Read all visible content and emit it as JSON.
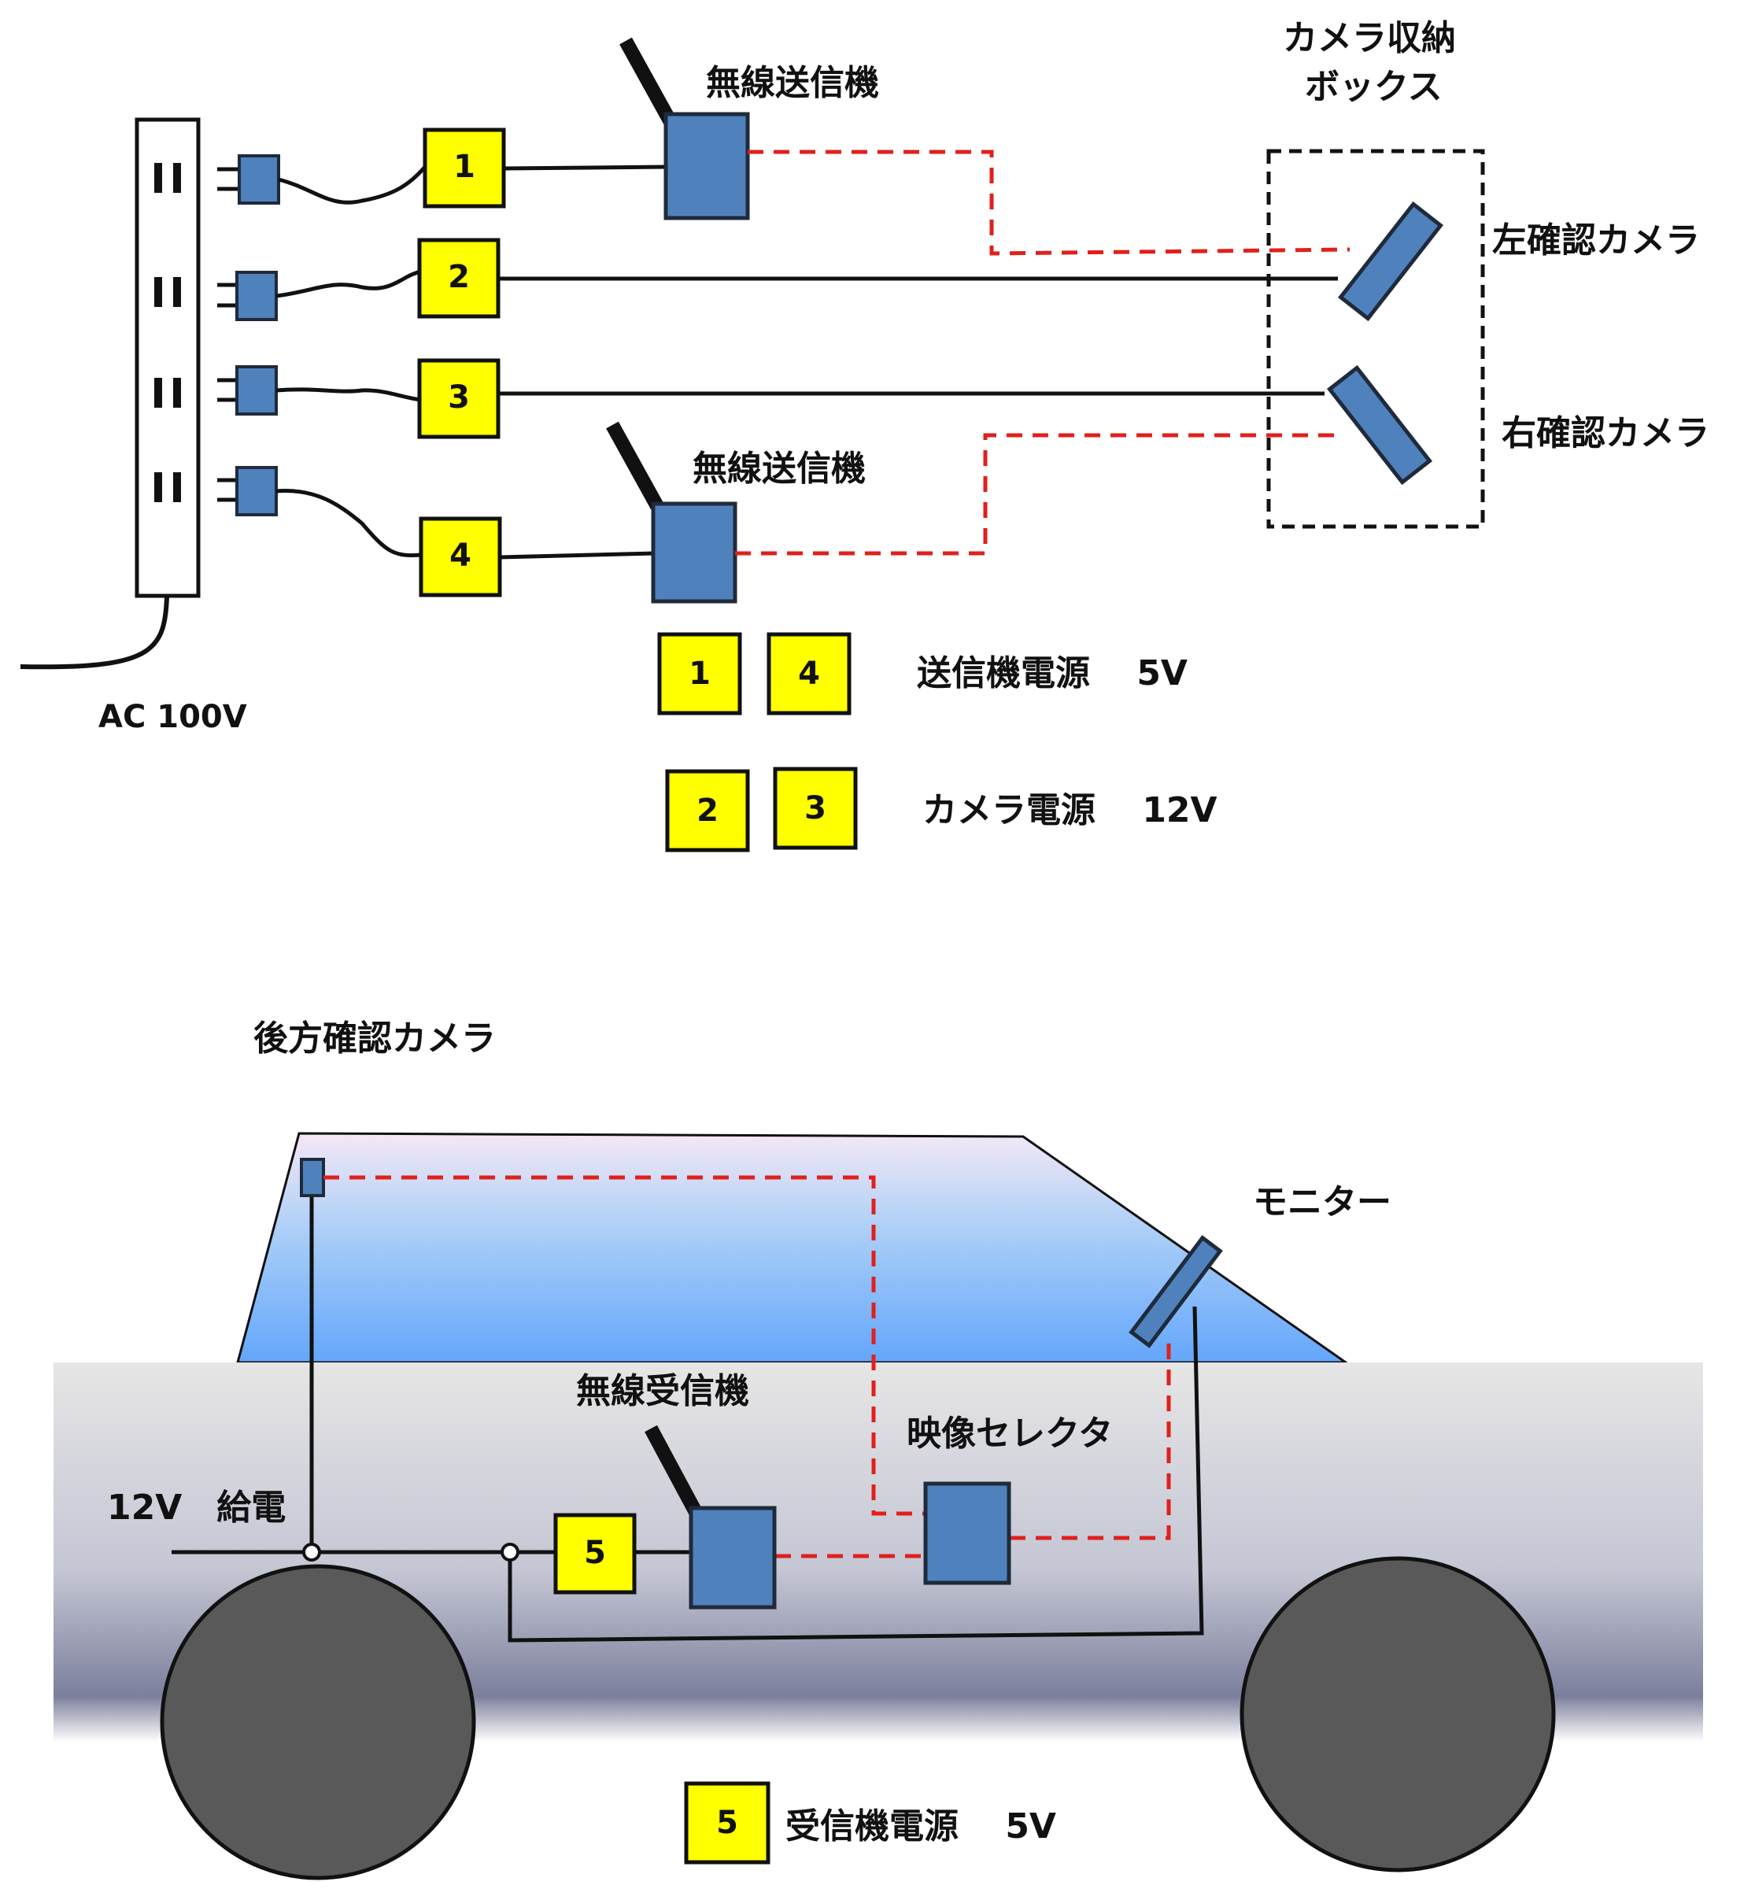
{
  "colors": {
    "device_blue": "#4f81bd",
    "device_border": "#1f2a3a",
    "fuse_yellow": "#ffff00",
    "wireless_link": "#e0201c",
    "wire": "#111111",
    "wheel": "#595959",
    "car_body": "#d9d9d9",
    "window": "#6fa8f5"
  },
  "top": {
    "ac_label": "AC 100V",
    "transmitter_1_label": "無線送信機",
    "transmitter_4_label": "無線送信機",
    "camera_box_label_line1": "カメラ収納",
    "camera_box_label_line2": "ボックス",
    "left_camera_label": "左確認カメラ",
    "right_camera_label": "右確認カメラ",
    "psu_numbers": [
      "1",
      "2",
      "3",
      "4"
    ],
    "legend": [
      {
        "keys": [
          "1",
          "4"
        ],
        "text": "送信機電源　 5V"
      },
      {
        "keys": [
          "2",
          "3"
        ],
        "text": "カメラ電源　 12V"
      }
    ]
  },
  "bottom": {
    "rear_camera_label": "後方確認カメラ",
    "monitor_label": "モニター",
    "receiver_label": "無線受信機",
    "selector_label": "映像セレクタ",
    "power_feed_label": "12V　給電",
    "psu_number": "5",
    "legend": {
      "key": "5",
      "text": "受信機電源　 5V"
    }
  }
}
